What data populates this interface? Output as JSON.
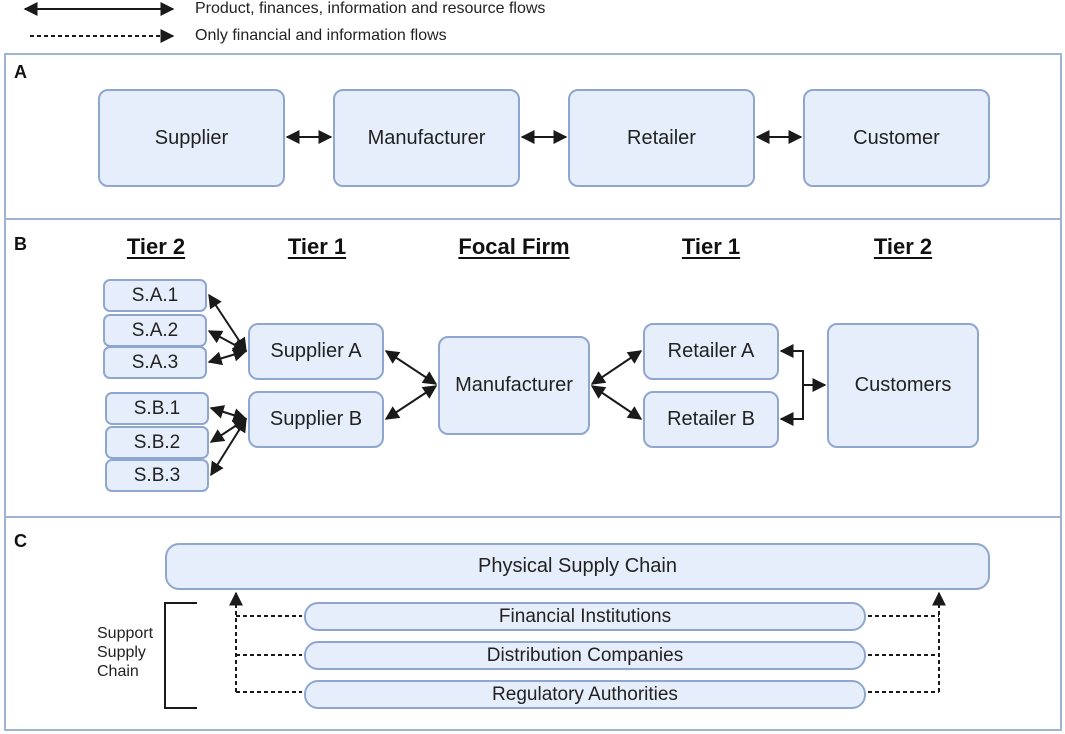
{
  "legend": {
    "solid_label": "Product, finances, information and resource flows",
    "dashed_label": "Only financial and information flows"
  },
  "panel_a": {
    "letter": "A",
    "nodes": [
      "Supplier",
      "Manufacturer",
      "Retailer",
      "Customer"
    ]
  },
  "panel_b": {
    "letter": "B",
    "tiers": [
      "Tier 2",
      "Tier 1",
      "Focal Firm",
      "Tier 1",
      "Tier 2"
    ],
    "tier2_suppliers": [
      "S.A.1",
      "S.A.2",
      "S.A.3",
      "S.B.1",
      "S.B.2",
      "S.B.3"
    ],
    "tier1_suppliers": [
      "Supplier A",
      "Supplier B"
    ],
    "focal": "Manufacturer",
    "retailers": [
      "Retailer A",
      "Retailer B"
    ],
    "customers": "Customers"
  },
  "panel_c": {
    "letter": "C",
    "physical": "Physical Supply Chain",
    "support_label": [
      "Support",
      "Supply",
      "Chain"
    ],
    "support_items": [
      "Financial Institutions",
      "Distribution Companies",
      "Regulatory Authorities"
    ]
  },
  "colors": {
    "box_fill": "#e7eefb",
    "box_border": "#8fa7cf",
    "panel_border": "#9fb3d4",
    "arrow": "#1a1a1a"
  }
}
